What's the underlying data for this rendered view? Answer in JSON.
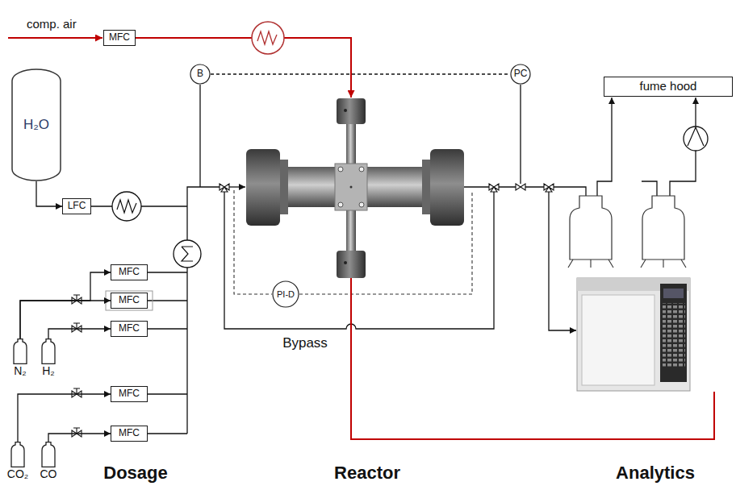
{
  "diagram": {
    "nodes": [
      {
        "text": [
          "MFC"
        ]
      },
      {
        "text": [
          "H₂O"
        ]
      },
      {
        "text": [
          "LFC"
        ]
      },
      {
        "text": [
          "B"
        ]
      },
      {
        "text": [
          "PC"
        ]
      },
      {
        "text": [
          "fume hood"
        ]
      },
      {
        "text": [
          "MFC"
        ]
      },
      {
        "text": [
          "MFC"
        ]
      },
      {
        "text": [
          "MFC"
        ]
      },
      {
        "text": [
          "PI-D"
        ]
      },
      {
        "text": [
          "N₂"
        ]
      },
      {
        "text": [
          "H₂"
        ]
      },
      {
        "text": [
          "MFC"
        ]
      },
      {
        "text": [
          "MFC"
        ]
      },
      {
        "text": [
          "CO₂"
        ]
      },
      {
        "text": [
          "CO"
        ]
      }
    ],
    "edges": [
      {
        "from": 10,
        "to": 6,
        "arrow": "to"
      },
      {
        "from": 10,
        "to": 7,
        "arrow": "to"
      },
      {
        "from": 11,
        "to": 8,
        "arrow": "to"
      },
      {
        "from": 14,
        "to": 12,
        "arrow": "to"
      },
      {
        "from": 15,
        "to": 13,
        "arrow": "to"
      },
      {
        "from": 1,
        "to": 2,
        "arrow": "to"
      },
      {
        "from": 3,
        "to": 4,
        "arrow": "none"
      }
    ],
    "labels": [
      "comp. air",
      "Bypass",
      "Dosage",
      "Reactor",
      "Analytics"
    ]
  }
}
